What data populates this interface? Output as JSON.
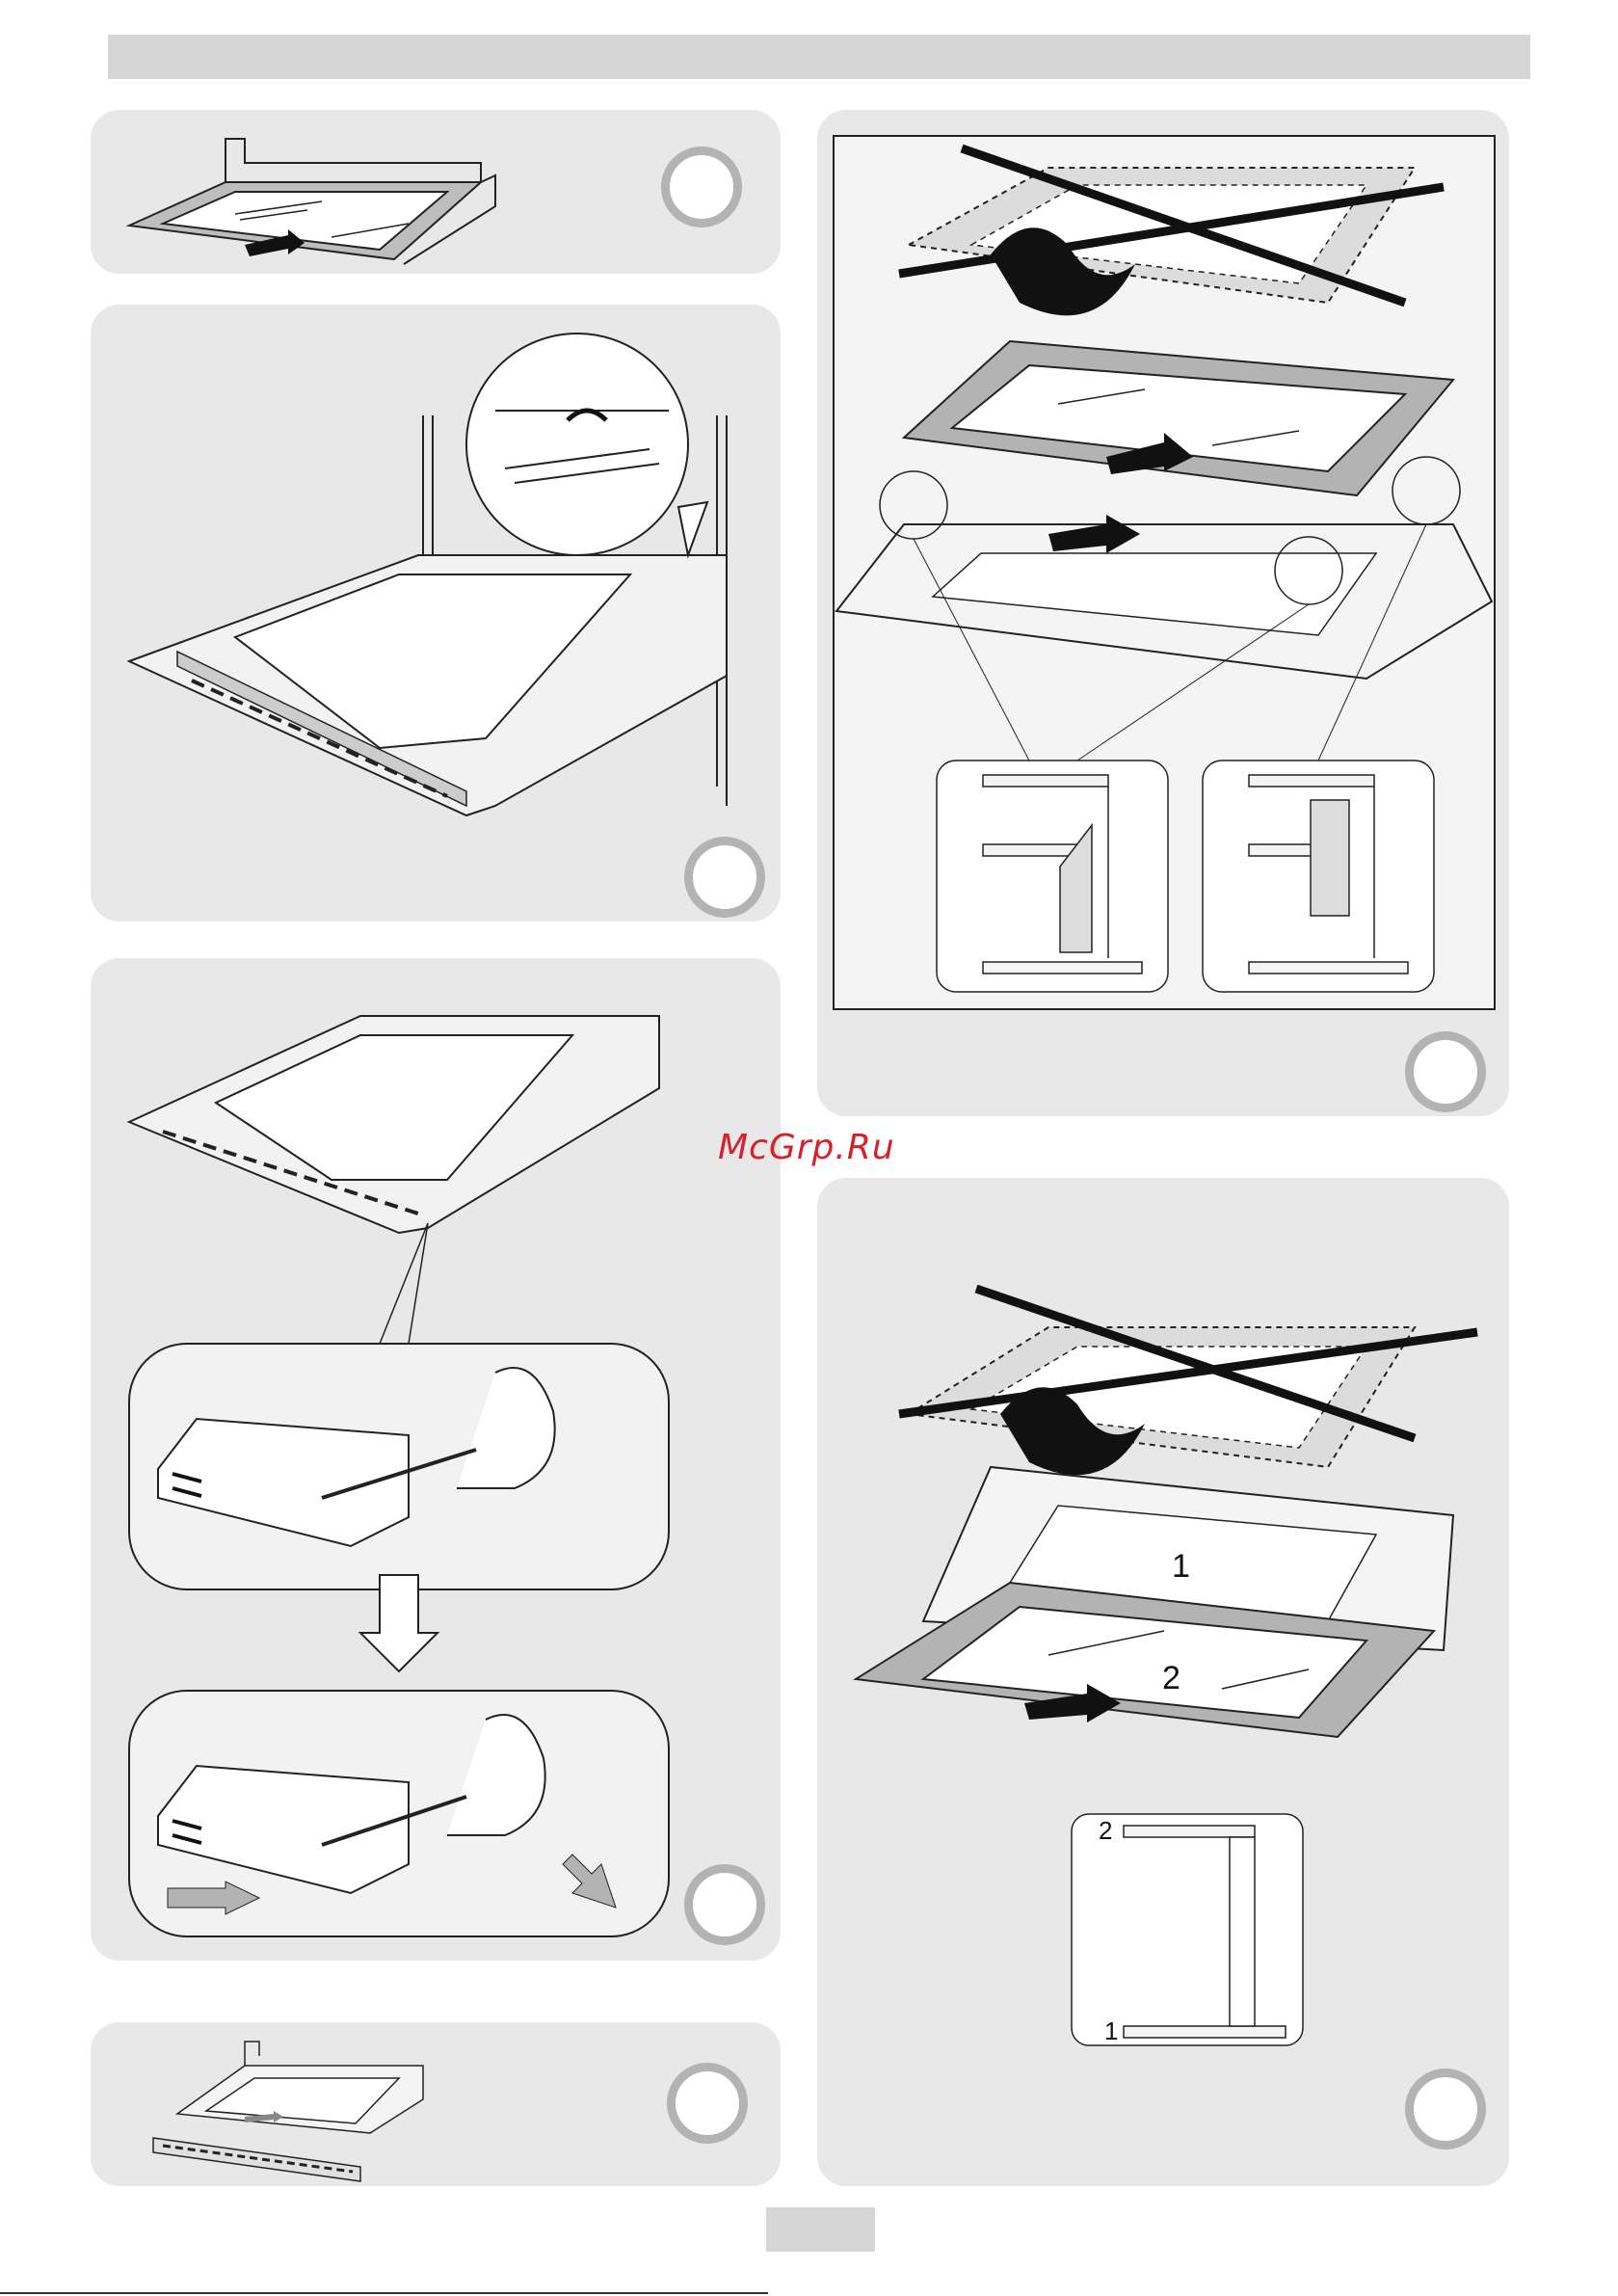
{
  "watermark": "McGrp.Ru",
  "labels": {
    "layer_1": "1",
    "layer_2": "2",
    "inset_2": "2",
    "inset_1": "1"
  }
}
